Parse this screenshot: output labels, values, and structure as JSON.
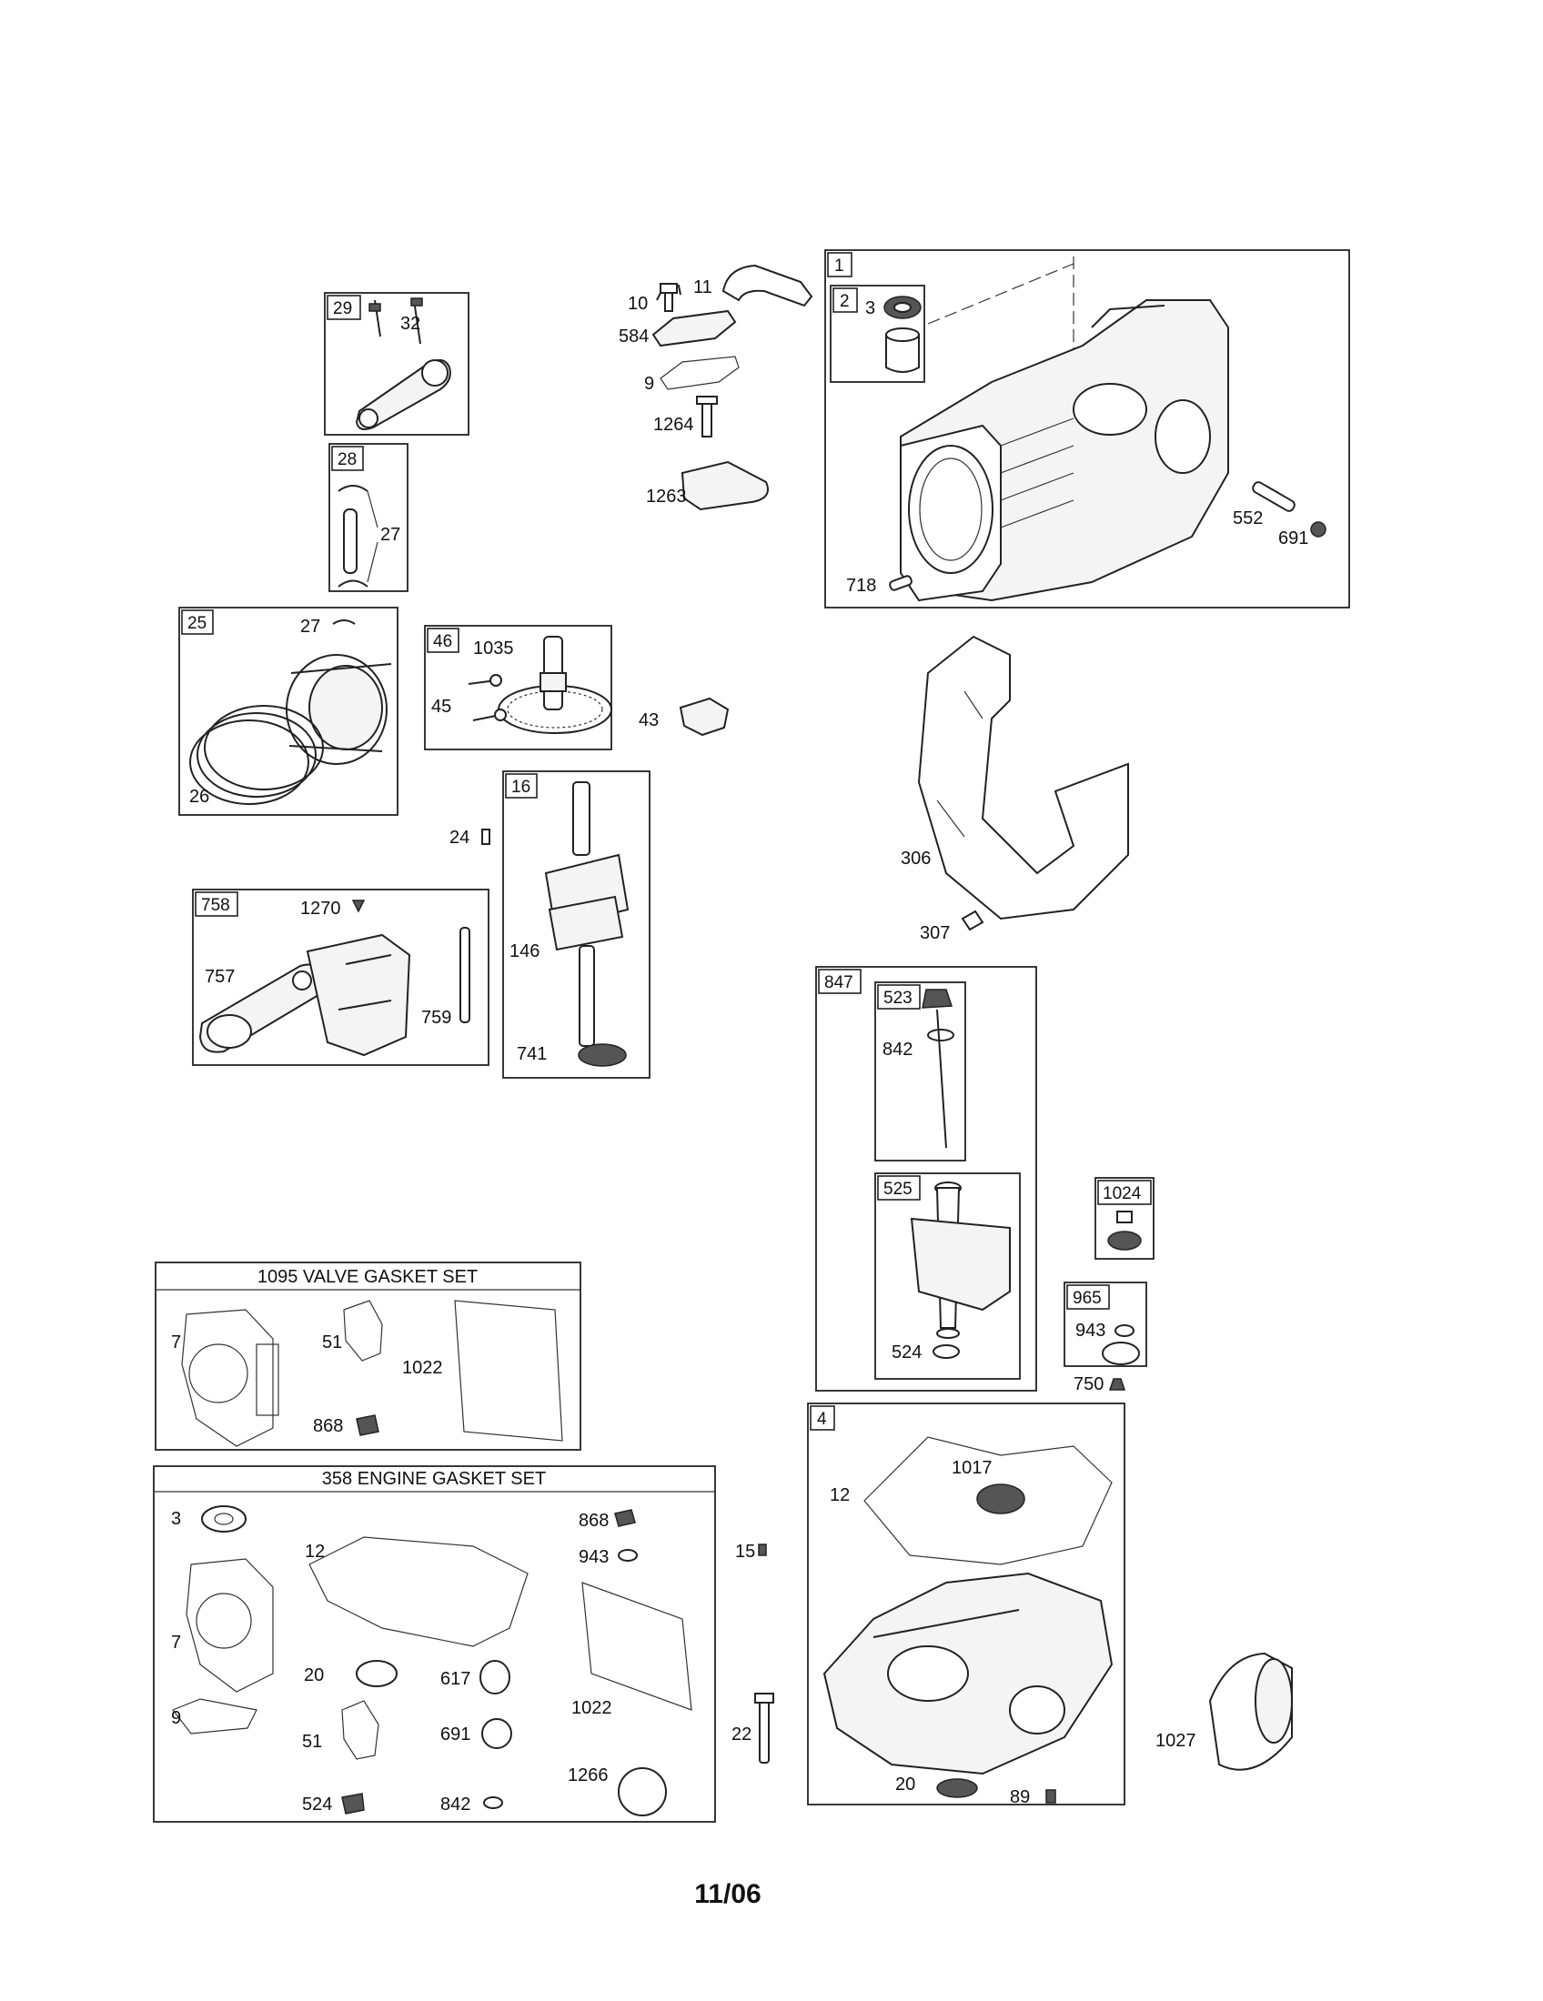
{
  "groups": {
    "g1": "1",
    "g2": "2",
    "g4": "4",
    "g16": "16",
    "g25": "25",
    "g28": "28",
    "g29": "29",
    "g46": "46",
    "g523": "523",
    "g525": "525",
    "g758": "758",
    "g847": "847",
    "g965": "965",
    "g1024": "1024"
  },
  "sets": {
    "valve_title": "1095 VALVE GASKET SET",
    "engine_title": "358 ENGINE GASKET SET"
  },
  "callouts": {
    "c29_32": "32",
    "c28_27": "27",
    "c25_27": "27",
    "c25_26": "26",
    "c46_1035": "1035",
    "c46_45": "45",
    "c43": "43",
    "c24": "24",
    "c16_146": "146",
    "c16_741": "741",
    "c758_1270": "1270",
    "c758_757": "757",
    "c758_759": "759",
    "c10": "10",
    "c11": "11",
    "c584": "584",
    "c9": "9",
    "c1264": "1264",
    "c1263": "1263",
    "c2_3": "3",
    "c552": "552",
    "c691": "691",
    "c718": "718",
    "c306": "306",
    "c307": "307",
    "c523_842": "842",
    "c524": "524",
    "c965_943": "943",
    "c750": "750",
    "v_7": "7",
    "v_51": "51",
    "v_1022": "1022",
    "v_868": "868",
    "e_3": "3",
    "e_12": "12",
    "e_868": "868",
    "e_943": "943",
    "e_7": "7",
    "e_20": "20",
    "e_617": "617",
    "e_1022": "1022",
    "e_9": "9",
    "e_51": "51",
    "e_691": "691",
    "e_524": "524",
    "e_842": "842",
    "e_1266": "1266",
    "c15": "15",
    "c22": "22",
    "c4_12": "12",
    "c4_1017": "1017",
    "c4_20": "20",
    "c4_89": "89",
    "c1027": "1027"
  },
  "footer": {
    "date_code": "11/06"
  }
}
